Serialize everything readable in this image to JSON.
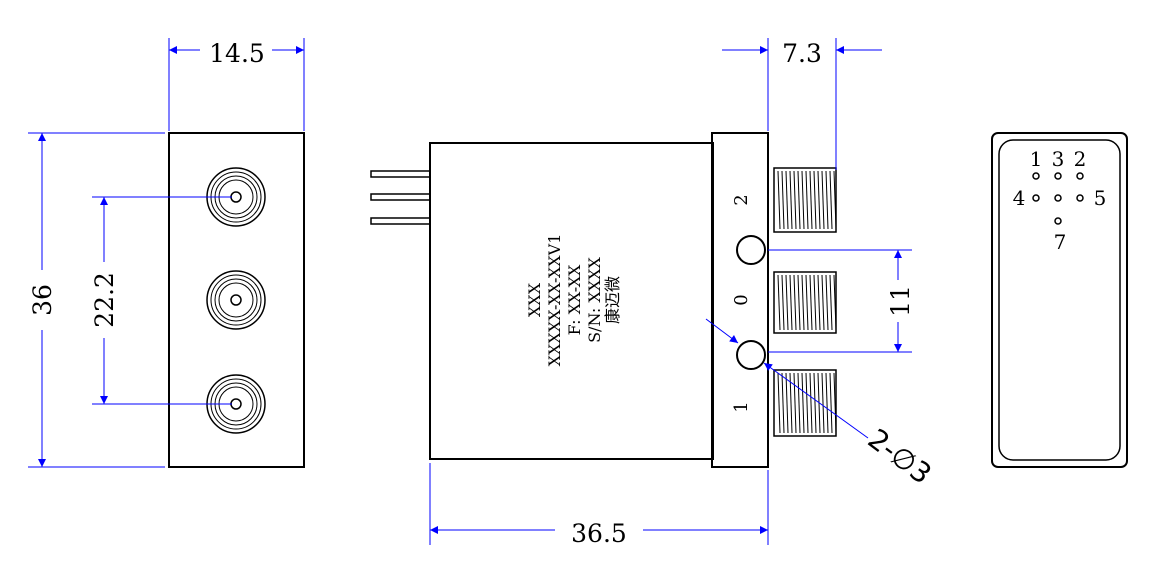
{
  "colors": {
    "outline": "#000000",
    "dimension": "#0000ff",
    "background": "#ffffff"
  },
  "dimensions": {
    "left_width": "14.5",
    "left_height": "36",
    "port_spacing": "22.2",
    "body_length": "36.5",
    "connector_length": "7.3",
    "hole_spacing": "11",
    "hole_callout": "2-∅3"
  },
  "body_marking": {
    "line1": "XXX",
    "line2": "XXXXX-XX-XXV1",
    "line3": "F:  XX-XX",
    "line4": "S/N: XXXX",
    "line5": "康迈微"
  },
  "port_labels": {
    "top": "2",
    "middle": "0",
    "bottom": "1"
  },
  "pin_labels": [
    "1",
    "3",
    "2",
    "4",
    "5",
    "7"
  ]
}
